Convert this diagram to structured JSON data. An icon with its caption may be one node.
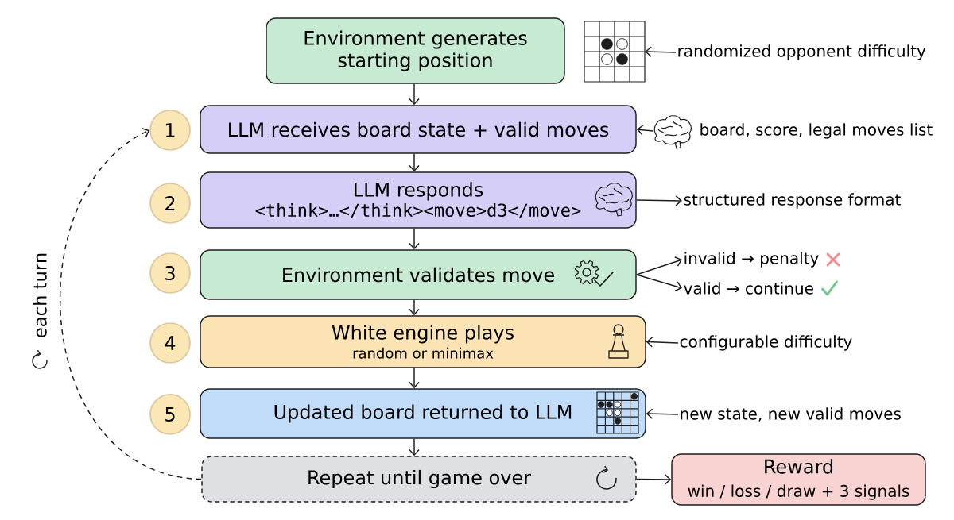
{
  "diagram": {
    "nodes": [
      {
        "text": [
          "Environment generates starting position"
        ]
      },
      {
        "text": [],
        "shape": "picture"
      },
      {
        "text": [
          "randomized opponent difficulty"
        ]
      },
      {
        "text": [
          "1"
        ]
      },
      {
        "text": [
          "LLM receives board state + valid moves"
        ]
      },
      {
        "text": [],
        "shape": "picture",
        "beside": [
          "board, score, legal moves list"
        ]
      },
      {
        "text": [
          "2"
        ]
      },
      {
        "text": [
          "LLM responds",
          "<think>…</think><move>d3</move>"
        ]
      },
      {
        "text": [
          "structured response format"
        ]
      },
      {
        "text": [
          "3"
        ]
      },
      {
        "text": [
          "Environment validates move"
        ]
      },
      {
        "text": [
          "invalid → penalty"
        ]
      },
      {
        "text": [
          "valid → continue"
        ]
      },
      {
        "text": [
          "4"
        ]
      },
      {
        "text": [
          "White engine plays",
          "random or minimax"
        ]
      },
      {
        "text": [
          "configurable difficulty"
        ]
      },
      {
        "text": [
          "5"
        ]
      },
      {
        "text": [
          "Updated board returned to LLM"
        ]
      },
      {
        "text": [
          "new state, new valid moves"
        ]
      },
      {
        "text": [
          "Repeat until game over"
        ]
      },
      {
        "text": [
          "Reward",
          "win / loss / draw + 3 signals"
        ]
      }
    ],
    "edges": [
      {
        "from": 0,
        "to": 4,
        "arrow": "to"
      },
      {
        "from": 2,
        "to": 1,
        "arrow": "to"
      },
      {
        "from": 5,
        "to": 4,
        "arrow": "to"
      },
      {
        "from": 4,
        "to": 7,
        "arrow": "to"
      },
      {
        "from": 7,
        "to": 8,
        "arrow": "to"
      },
      {
        "from": 7,
        "to": 10,
        "arrow": "to"
      },
      {
        "from": 10,
        "to": 11,
        "arrow": "to"
      },
      {
        "from": 10,
        "to": 12,
        "arrow": "to"
      },
      {
        "from": 10,
        "to": 14,
        "arrow": "to"
      },
      {
        "from": 15,
        "to": 14,
        "arrow": "to"
      },
      {
        "from": 14,
        "to": 17,
        "arrow": "to"
      },
      {
        "from": 18,
        "to": 17,
        "arrow": "to"
      },
      {
        "from": 17,
        "to": 19,
        "arrow": "to"
      },
      {
        "from": 19,
        "to": 20,
        "arrow": "to"
      },
      {
        "from": 19,
        "to": 3,
        "arrow": "to",
        "style": "dashed",
        "label": "each turn"
      }
    ]
  }
}
